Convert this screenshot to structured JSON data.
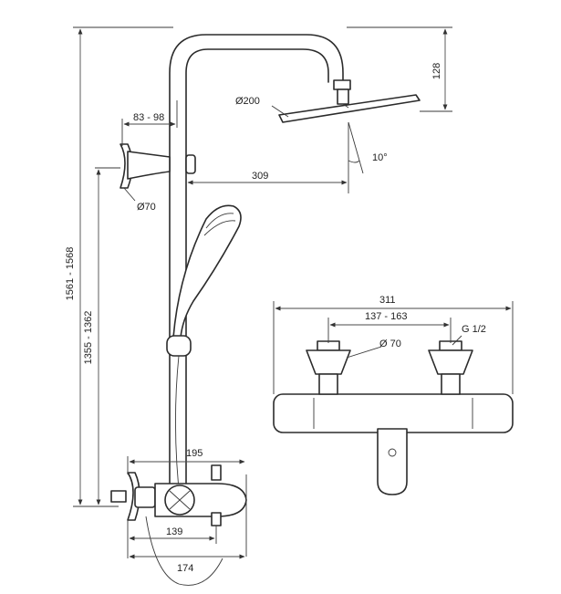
{
  "dimensions": {
    "total_height": "1561 - 1568",
    "arm_height": "1355 - 1362",
    "head_drop": "128",
    "head_diameter": "Ø200",
    "head_angle": "10°",
    "arm_length": "309",
    "wall_bracket_depth": "83 - 98",
    "bracket_diameter": "Ø70",
    "mixer_overall_width": "311",
    "mixer_centres": "137 - 163",
    "inlet_thread": "G 1/2",
    "escutcheon_diameter": "Ø 70",
    "side_projection": "195",
    "side_spout_139": "139",
    "side_spout_174": "174"
  }
}
